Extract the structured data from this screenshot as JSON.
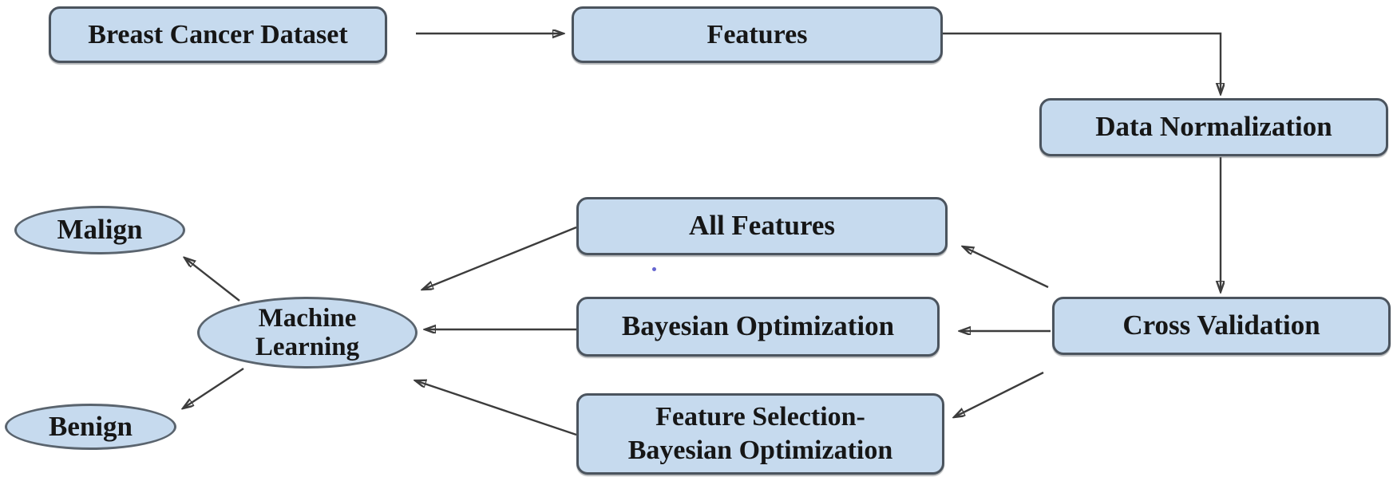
{
  "diagram": {
    "background": "#ffffff",
    "colors": {
      "node_fill": "#c6daee",
      "node_border": "#4b545e",
      "arrow": "#3c3c3c",
      "text": "#161616"
    },
    "nodes": {
      "breast_cancer_dataset": {
        "label": "Breast Cancer Dataset",
        "shape": "rounded-rectangle"
      },
      "features": {
        "label": "Features",
        "shape": "rounded-rectangle"
      },
      "data_normalization": {
        "label": "Data Normalization",
        "shape": "rounded-rectangle"
      },
      "cross_validation": {
        "label": "Cross Validation",
        "shape": "rounded-rectangle"
      },
      "all_features": {
        "label": "All Features",
        "shape": "rounded-rectangle"
      },
      "bayesian_optimization": {
        "label": "Bayesian Optimization",
        "shape": "rounded-rectangle"
      },
      "feature_selection_bayesian_optimization": {
        "label": "Feature Selection-Bayesian Optimization",
        "line1": "Feature Selection-",
        "line2": "Bayesian Optimization",
        "shape": "rounded-rectangle"
      },
      "machine_learning": {
        "label": "Machine Learning",
        "shape": "ellipse"
      },
      "malign": {
        "label": "Malign",
        "shape": "ellipse"
      },
      "benign": {
        "label": "Benign",
        "shape": "ellipse"
      }
    },
    "edges": [
      {
        "from": "Breast Cancer Dataset",
        "to": "Features"
      },
      {
        "from": "Features",
        "to": "Data Normalization"
      },
      {
        "from": "Data Normalization",
        "to": "Cross Validation"
      },
      {
        "from": "Cross Validation",
        "to": "All Features"
      },
      {
        "from": "Cross Validation",
        "to": "Bayesian Optimization"
      },
      {
        "from": "Cross Validation",
        "to": "Feature Selection-Bayesian Optimization"
      },
      {
        "from": "All Features",
        "to": "Machine Learning"
      },
      {
        "from": "Bayesian Optimization",
        "to": "Machine Learning"
      },
      {
        "from": "Feature Selection-Bayesian Optimization",
        "to": "Machine Learning"
      },
      {
        "from": "Machine Learning",
        "to": "Malign"
      },
      {
        "from": "Machine Learning",
        "to": "Benign"
      }
    ]
  }
}
